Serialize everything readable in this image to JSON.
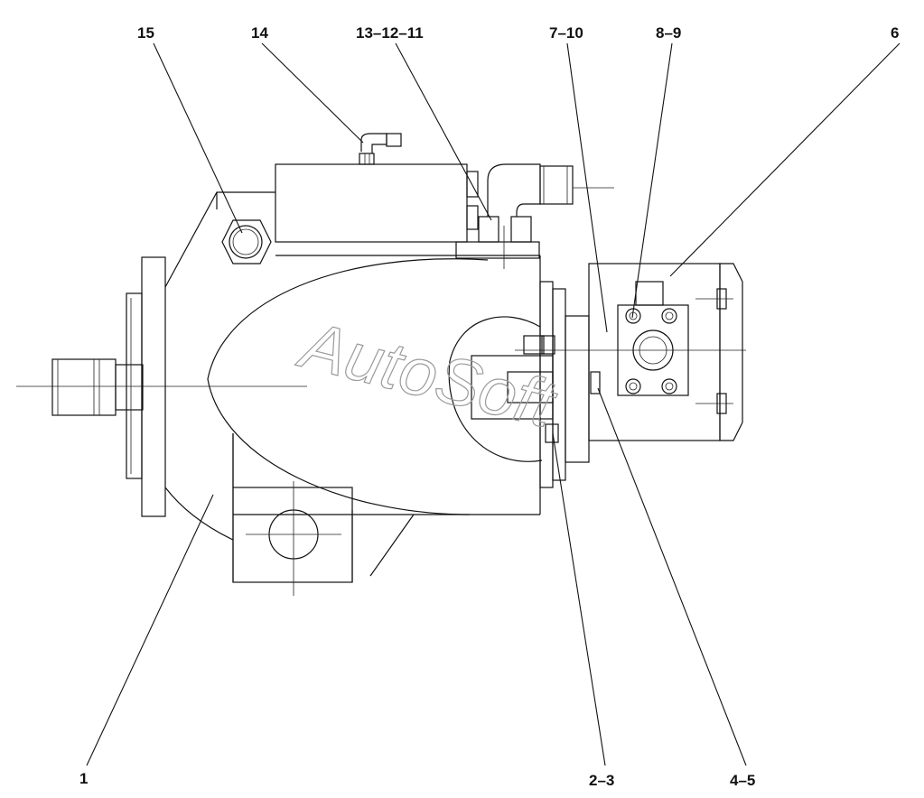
{
  "callouts": [
    {
      "id": "c1",
      "text": "1"
    },
    {
      "id": "c2_3",
      "text": "2–3"
    },
    {
      "id": "c4_5",
      "text": "4–5"
    },
    {
      "id": "c6",
      "text": "6"
    },
    {
      "id": "c7_10",
      "text": "7–10"
    },
    {
      "id": "c8_9",
      "text": "8–9"
    },
    {
      "id": "c13_12_11",
      "text": "13–12–11"
    },
    {
      "id": "c14",
      "text": "14"
    },
    {
      "id": "c15",
      "text": "15"
    }
  ],
  "watermark": {
    "text": "AutoSoft"
  },
  "colors": {
    "line": "#111111",
    "watermark": "#9a9a9a",
    "background": "#ffffff"
  }
}
